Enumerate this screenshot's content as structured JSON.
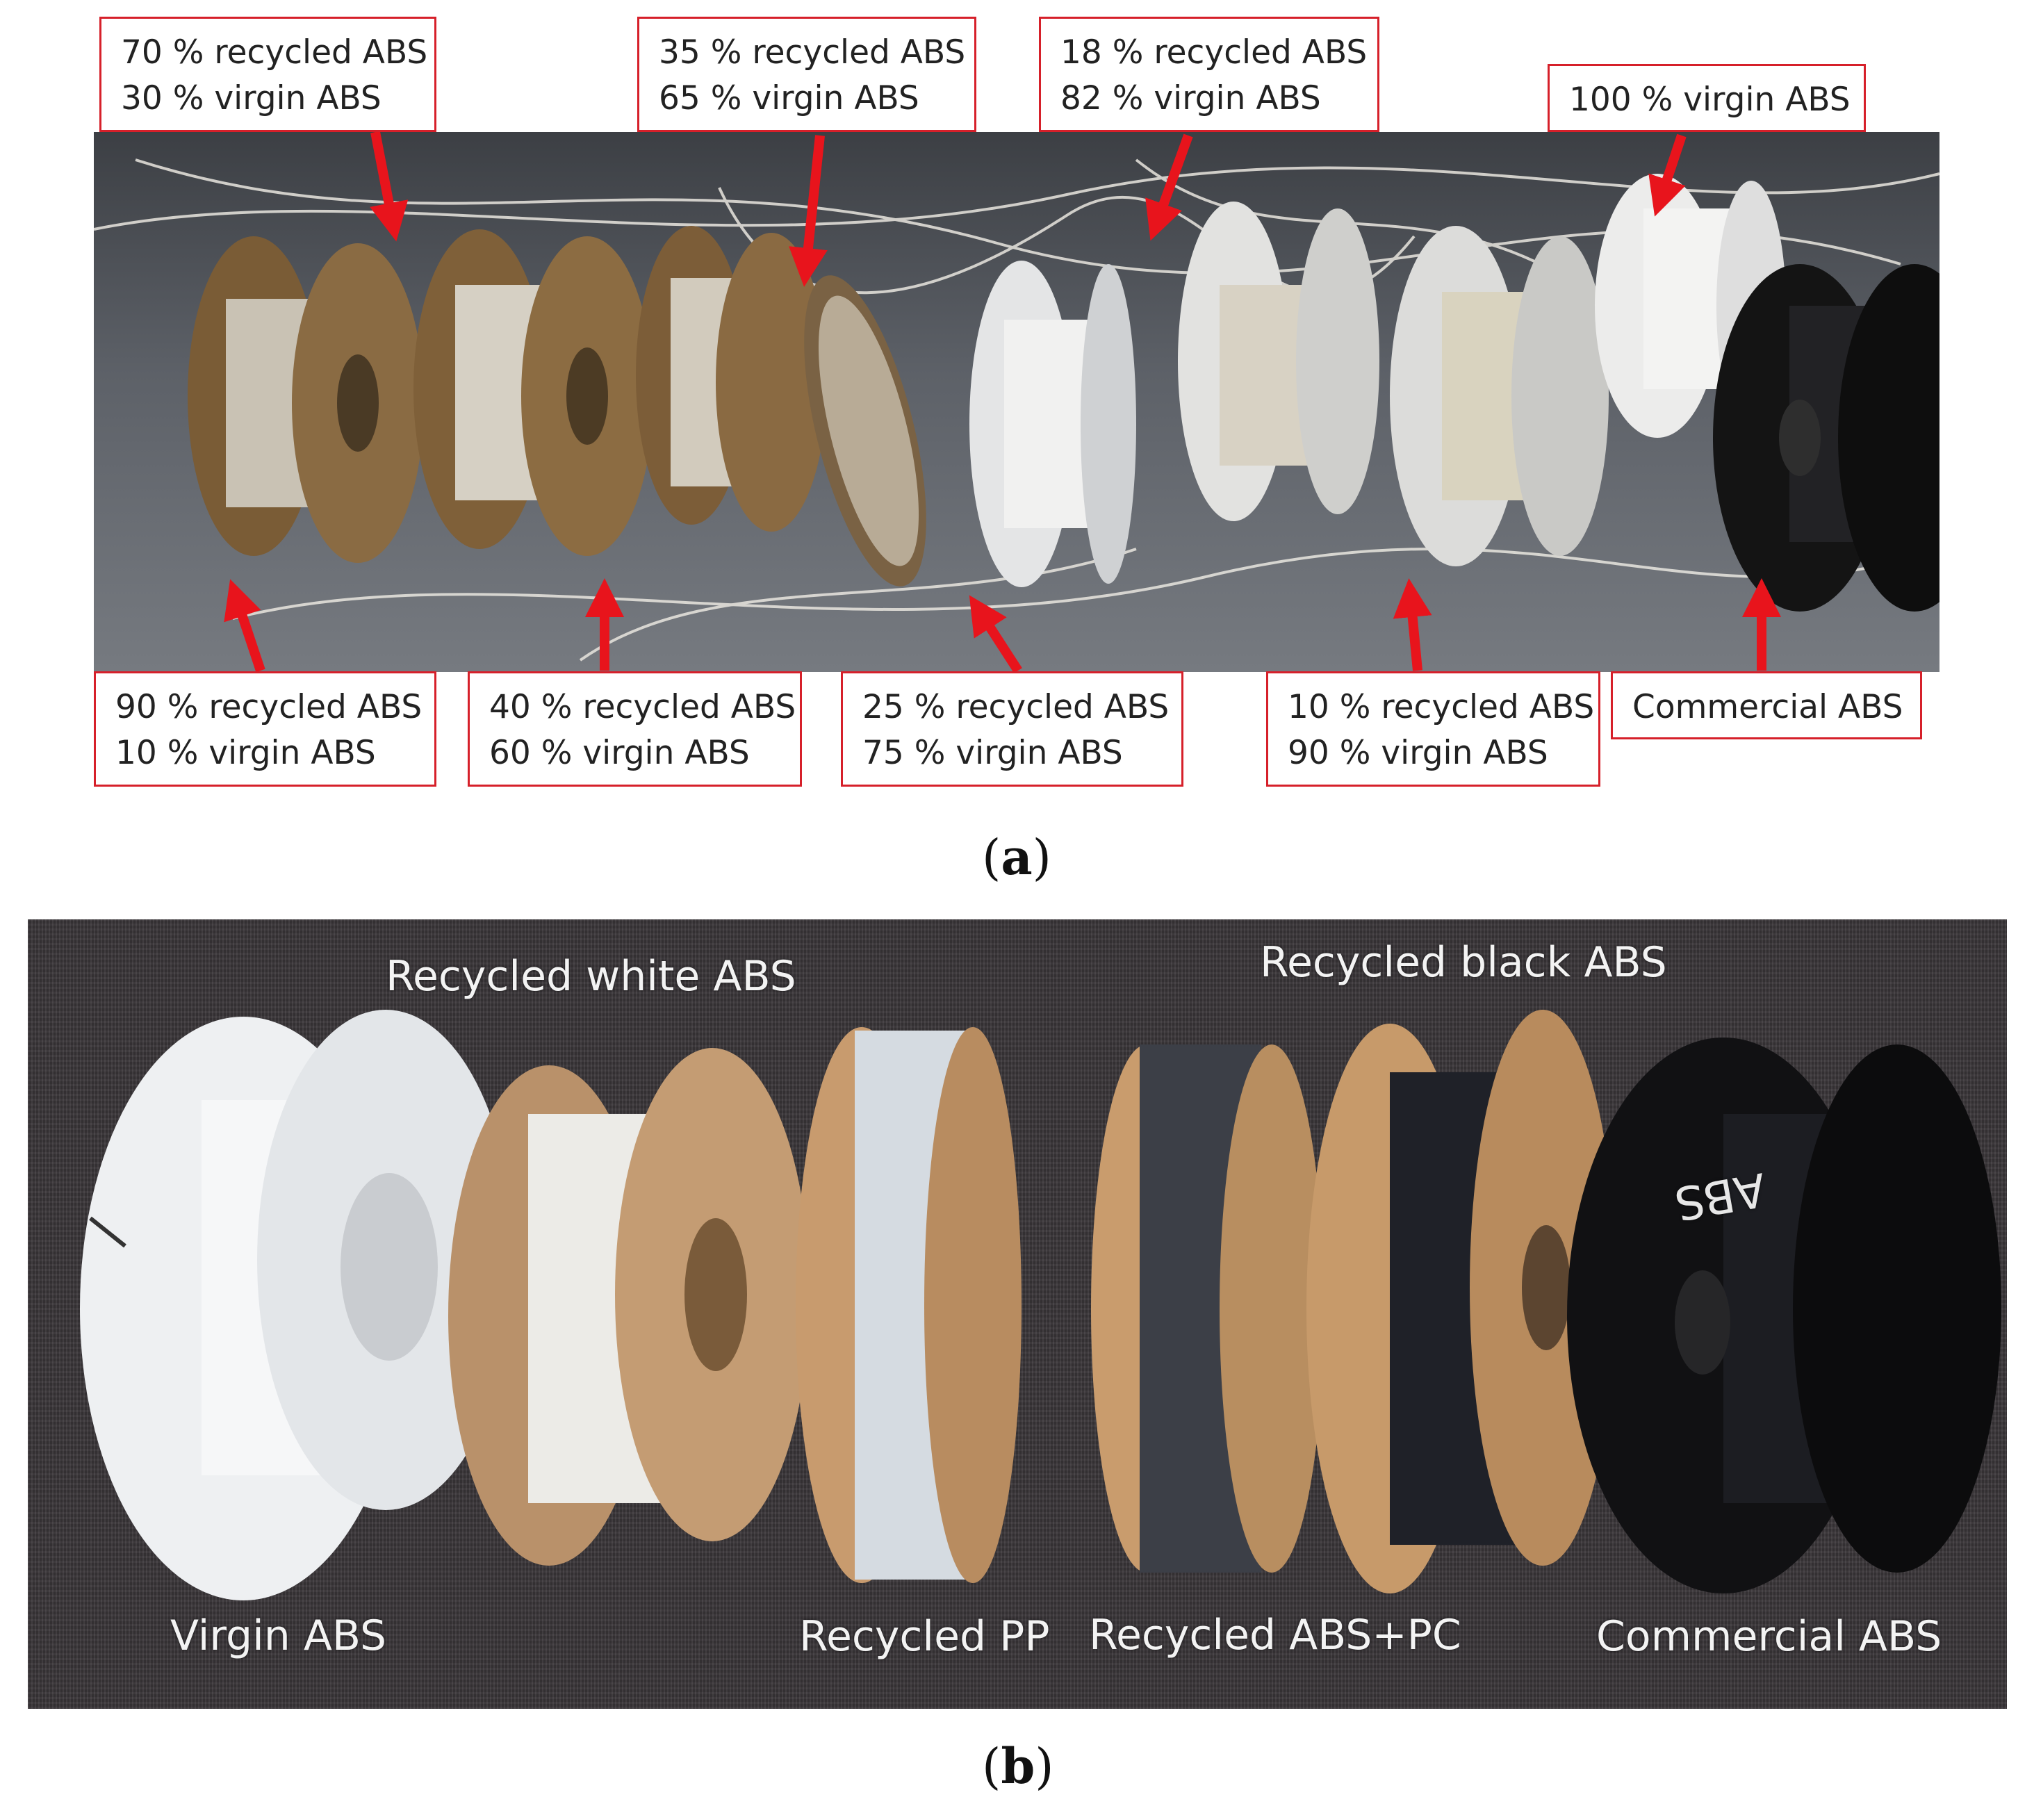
{
  "panel_a": {
    "caption": "a",
    "callouts_top": [
      {
        "line1": "70 % recycled ABS",
        "line2": "30 % virgin ABS"
      },
      {
        "line1": "35 % recycled ABS",
        "line2": "65 % virgin ABS"
      },
      {
        "line1": "18 % recycled ABS",
        "line2": "82 % virgin ABS"
      },
      {
        "line1": "100 % virgin ABS",
        "line2": ""
      }
    ],
    "callouts_bottom": [
      {
        "line1": "90 % recycled ABS",
        "line2": "10 % virgin ABS"
      },
      {
        "line1": "40 % recycled ABS",
        "line2": "60 % virgin ABS"
      },
      {
        "line1": "25 % recycled ABS",
        "line2": "75 % virgin ABS"
      },
      {
        "line1": "10 % recycled ABS",
        "line2": "90 % virgin ABS"
      },
      {
        "line1": "Commercial ABS",
        "line2": ""
      }
    ]
  },
  "panel_b": {
    "caption": "b",
    "labels": {
      "recycled_white": "Recycled white ABS",
      "recycled_black": "Recycled black ABS",
      "virgin": "Virgin ABS",
      "recycled_pp": "Recycled PP",
      "recycled_abs_pc": "Recycled ABS+PC",
      "commercial": "Commercial ABS"
    },
    "spool_marking": "ABS"
  },
  "colors": {
    "callout_border": "#d6202a",
    "arrow": "#e8141c"
  }
}
